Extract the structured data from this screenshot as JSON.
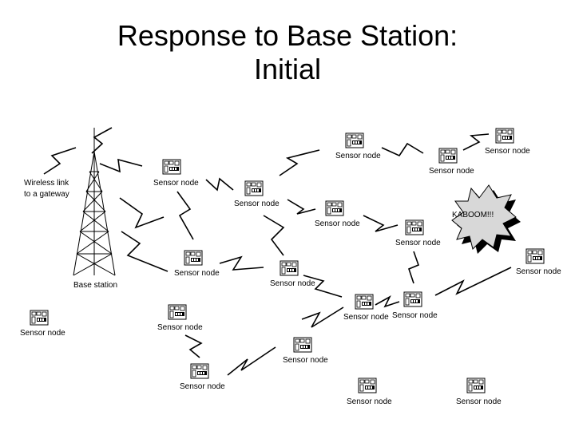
{
  "title": {
    "line1": "Response to Base Station:",
    "line2": "Initial"
  },
  "base_station": {
    "label": "Base station",
    "gateway_label_line1": "Wireless link",
    "gateway_label_line2": "to a gateway"
  },
  "sensor_node_label": "Sensor node",
  "explosion_label": "KABOOM!!!"
}
